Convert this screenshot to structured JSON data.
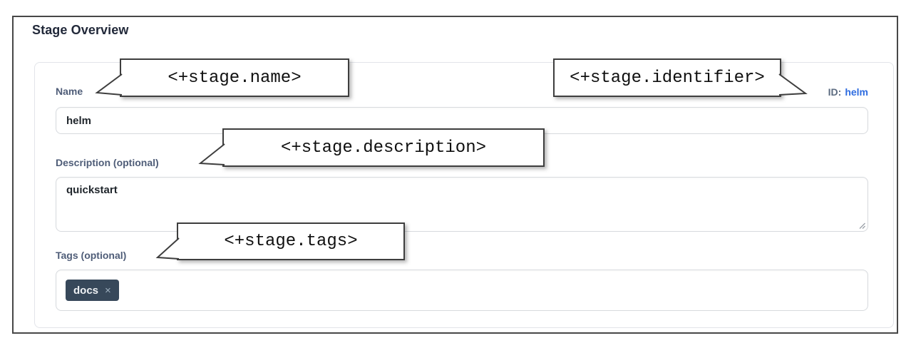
{
  "page": {
    "title": "Stage Overview"
  },
  "form": {
    "name": {
      "label": "Name",
      "value": "helm"
    },
    "identifier": {
      "label": "ID:",
      "value": "helm"
    },
    "description": {
      "label": "Description (optional)",
      "value": "quickstart"
    },
    "tags": {
      "label": "Tags (optional)",
      "chips": [
        {
          "text": "docs",
          "remove_icon": "×"
        }
      ]
    }
  },
  "callouts": [
    {
      "target": "name",
      "text": "<+stage.name>"
    },
    {
      "target": "identifier",
      "text": "<+stage.identifier>"
    },
    {
      "target": "description",
      "text": "<+stage.description>"
    },
    {
      "target": "tags",
      "text": "<+stage.tags>"
    }
  ],
  "colors": {
    "id_link_blue": "#2e6ce0",
    "tag_chip_bg": "#37485a",
    "field_label": "#4f5d78",
    "callout_border": "#3e3e3e",
    "frame_border": "#474747"
  }
}
